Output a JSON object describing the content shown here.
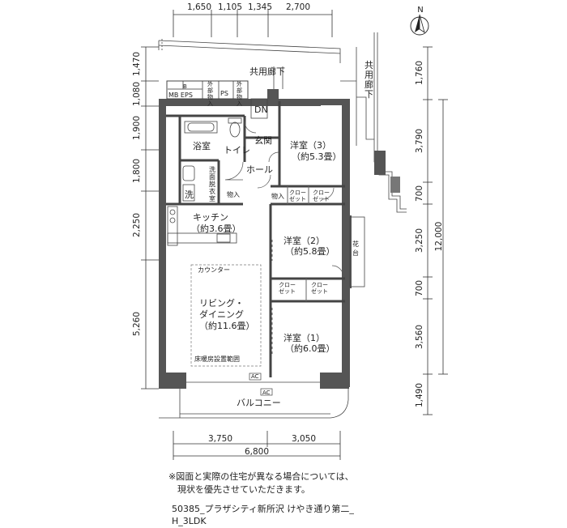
{
  "dimensions": {
    "top": [
      "1,650",
      "1,105",
      "1,345",
      "2,700"
    ],
    "left": [
      "1,470",
      "1,080",
      "1,900",
      "1,800",
      "2,250",
      "5,260"
    ],
    "right": [
      "1,760",
      "3,790",
      "700",
      "3,250",
      "700",
      "3,560",
      "1,490"
    ],
    "right_total": "12,000",
    "bottom": [
      "3,750",
      "3,050"
    ],
    "bottom_total": "6,800"
  },
  "compass": {
    "label": "N"
  },
  "rooms": {
    "corridor": "共用廊下",
    "corridor_vertical": "共\n用\n廊\n下",
    "mb_eps": "MB EPS",
    "b": "B",
    "ps": "PS",
    "storage_ext_1": "外\n部\n物\n入",
    "storage_ext_2": "外\n部\n物\n入",
    "dn": "DN",
    "bath": "浴室",
    "toilet": "トイレ",
    "entrance": "玄関",
    "western3_name": "洋室（3）",
    "western3_size": "（約5.3畳）",
    "hall": "ホール",
    "washroom": "洗\n面\n脱\n衣\n室",
    "laundry": "洗",
    "storage_a": "物入",
    "storage_b": "物入",
    "closet_a": "クロー\nゼット",
    "closet_b": "クロー\nゼット",
    "kitchen_name": "キッチン",
    "kitchen_size": "（約3.6畳）",
    "western2_name": "洋室（2）",
    "western2_size": "（約5.8畳）",
    "flower_bed": "花\n台",
    "counter": "カウンター",
    "closet_c": "クロー\nゼット",
    "closet_d": "クロー\nゼット",
    "living_name_1": "リビング・",
    "living_name_2": "ダイニング",
    "living_size": "（約11.6畳）",
    "western1_name": "洋室（1）",
    "western1_size": "（約6.0畳）",
    "floor_heating": "床暖房設置範囲",
    "ac_1": "AC",
    "ac_2": "AC",
    "balcony": "バルコニー"
  },
  "notes": {
    "disclaimer_1": "※図面と実際の住宅が異なる場合については、",
    "disclaimer_2": "　現状を優先させていただきます。",
    "property_1": "50385_プラザシティ新所沢 けやき通り第二_",
    "property_2": "H_3LDK"
  }
}
